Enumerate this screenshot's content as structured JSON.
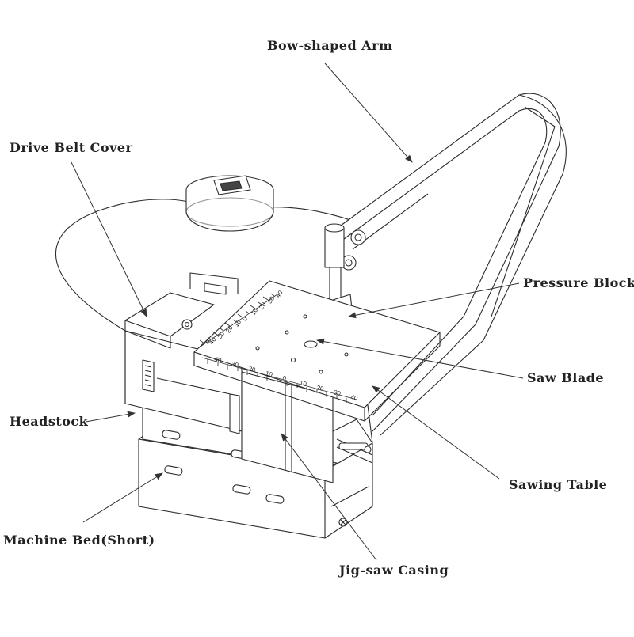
{
  "diagram": {
    "labels": {
      "bow_arm": "Bow-shaped Arm",
      "drive_belt_cover": "Drive Belt Cover",
      "pressure_block": "Pressure Block",
      "saw_blade": "Saw Blade",
      "headstock": "Headstock",
      "sawing_table": "Sawing Table",
      "machine_bed": "Machine Bed(Short)",
      "jigsaw_casing": "Jig-saw Casing"
    },
    "scale_front": [
      "40",
      "30",
      "20",
      "10",
      "0",
      "10",
      "20",
      "30",
      "40"
    ],
    "scale_side": [
      "40",
      "30",
      "20",
      "10",
      "0",
      "10",
      "20",
      "30",
      "40"
    ]
  }
}
